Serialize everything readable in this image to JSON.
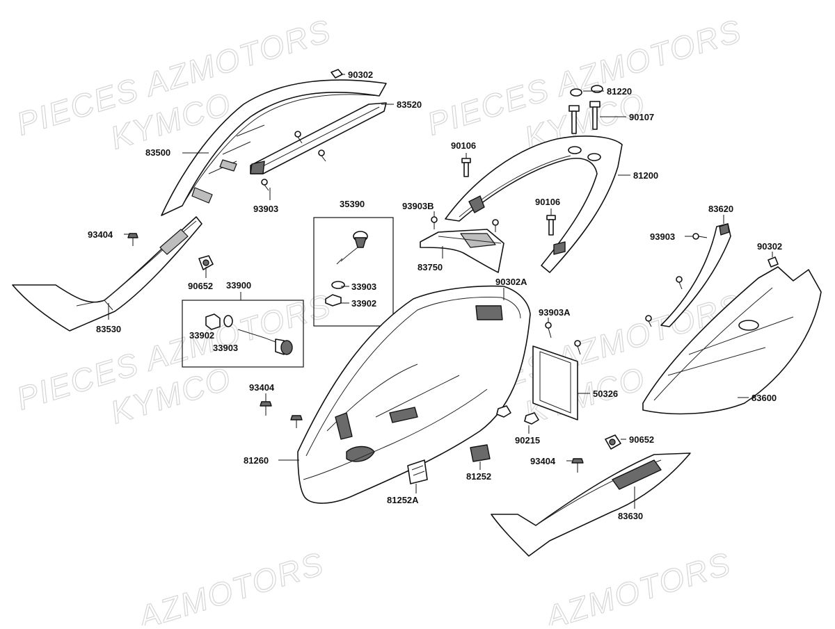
{
  "watermarks": [
    {
      "text": "PIECES AZMOTORS"
    },
    {
      "text": "KYMCO"
    },
    {
      "text": "PIECES AZMOTORS"
    },
    {
      "text": "KYMCO"
    },
    {
      "text": "PIECES AZMOTORS"
    },
    {
      "text": "KYMCO"
    },
    {
      "text": "PIECES AZMOTORS"
    },
    {
      "text": "KYMCO"
    },
    {
      "text": "AZMOTORS"
    },
    {
      "text": "AZMOTORS"
    }
  ],
  "parts": [
    {
      "id": "83500",
      "label": "83500"
    },
    {
      "id": "90302-top",
      "label": "90302"
    },
    {
      "id": "83520",
      "label": "83520"
    },
    {
      "id": "93903-top",
      "label": "93903"
    },
    {
      "id": "93404-left",
      "label": "93404"
    },
    {
      "id": "90652-left",
      "label": "90652"
    },
    {
      "id": "83530",
      "label": "83530"
    },
    {
      "id": "35390",
      "label": "35390"
    },
    {
      "id": "33903-a",
      "label": "33903"
    },
    {
      "id": "33902-a",
      "label": "33902"
    },
    {
      "id": "33900",
      "label": "33900"
    },
    {
      "id": "33902-b",
      "label": "33902"
    },
    {
      "id": "33903-b",
      "label": "33903"
    },
    {
      "id": "81220",
      "label": "81220"
    },
    {
      "id": "90107",
      "label": "90107"
    },
    {
      "id": "90106-a",
      "label": "90106"
    },
    {
      "id": "81200",
      "label": "81200"
    },
    {
      "id": "93903B",
      "label": "93903B"
    },
    {
      "id": "90106-b",
      "label": "90106"
    },
    {
      "id": "83750",
      "label": "83750"
    },
    {
      "id": "90302A",
      "label": "90302A"
    },
    {
      "id": "83620",
      "label": "83620"
    },
    {
      "id": "93903-right",
      "label": "93903"
    },
    {
      "id": "90302-right",
      "label": "90302"
    },
    {
      "id": "93903A",
      "label": "93903A"
    },
    {
      "id": "50326",
      "label": "50326"
    },
    {
      "id": "83600",
      "label": "83600"
    },
    {
      "id": "93404-mid",
      "label": "93404"
    },
    {
      "id": "90215",
      "label": "90215"
    },
    {
      "id": "81260",
      "label": "81260"
    },
    {
      "id": "90652-right",
      "label": "90652"
    },
    {
      "id": "93404-right",
      "label": "93404"
    },
    {
      "id": "81252",
      "label": "81252"
    },
    {
      "id": "81252A",
      "label": "81252A"
    },
    {
      "id": "83630",
      "label": "83630"
    }
  ]
}
